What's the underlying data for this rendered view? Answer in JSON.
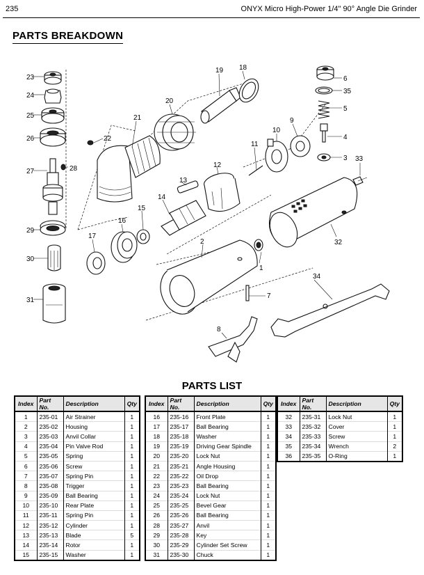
{
  "header": {
    "page_number": "235",
    "document_title": "ONYX Micro High-Power 1/4\" 90° Angle Die Grinder"
  },
  "breakdown": {
    "title": "PARTS BREAKDOWN",
    "callouts": [
      "1",
      "2",
      "3",
      "4",
      "5",
      "6",
      "7",
      "8",
      "9",
      "10",
      "11",
      "12",
      "13",
      "14",
      "15",
      "16",
      "17",
      "18",
      "19",
      "20",
      "21",
      "22",
      "23",
      "24",
      "25",
      "26",
      "27",
      "28",
      "29",
      "30",
      "31",
      "32",
      "33",
      "34",
      "35"
    ]
  },
  "parts_list": {
    "title": "PARTS LIST",
    "columns": {
      "index": "Index",
      "part_no": "Part No.",
      "description": "Description",
      "qty": "Qty"
    },
    "tables": [
      [
        {
          "index": "1",
          "part_no": "235-01",
          "description": "Air Strainer",
          "qty": "1"
        },
        {
          "index": "2",
          "part_no": "235-02",
          "description": "Housing",
          "qty": "1"
        },
        {
          "index": "3",
          "part_no": "235-03",
          "description": "Anvil Collar",
          "qty": "1"
        },
        {
          "index": "4",
          "part_no": "235-04",
          "description": "Pin Valve Rod",
          "qty": "1"
        },
        {
          "index": "5",
          "part_no": "235-05",
          "description": "Spring",
          "qty": "1"
        },
        {
          "index": "6",
          "part_no": "235-06",
          "description": "Screw",
          "qty": "1"
        },
        {
          "index": "7",
          "part_no": "235-07",
          "description": "Spring Pin",
          "qty": "1"
        },
        {
          "index": "8",
          "part_no": "235-08",
          "description": "Trigger",
          "qty": "1"
        },
        {
          "index": "9",
          "part_no": "235-09",
          "description": "Ball Bearing",
          "qty": "1"
        },
        {
          "index": "10",
          "part_no": "235-10",
          "description": "Rear Plate",
          "qty": "1"
        },
        {
          "index": "11",
          "part_no": "235-11",
          "description": "Spring Pin",
          "qty": "1"
        },
        {
          "index": "12",
          "part_no": "235-12",
          "description": "Cylinder",
          "qty": "1"
        },
        {
          "index": "13",
          "part_no": "235-13",
          "description": "Blade",
          "qty": "5"
        },
        {
          "index": "14",
          "part_no": "235-14",
          "description": "Rotor",
          "qty": "1"
        },
        {
          "index": "15",
          "part_no": "235-15",
          "description": "Washer",
          "qty": "1"
        }
      ],
      [
        {
          "index": "16",
          "part_no": "235-16",
          "description": "Front Plate",
          "qty": "1"
        },
        {
          "index": "17",
          "part_no": "235-17",
          "description": "Ball Bearing",
          "qty": "1"
        },
        {
          "index": "18",
          "part_no": "235-18",
          "description": "Washer",
          "qty": "1"
        },
        {
          "index": "19",
          "part_no": "235-19",
          "description": "Driving Gear Spindle",
          "qty": "1"
        },
        {
          "index": "20",
          "part_no": "235-20",
          "description": "Lock Nut",
          "qty": "1"
        },
        {
          "index": "21",
          "part_no": "235-21",
          "description": "Angle Housing",
          "qty": "1"
        },
        {
          "index": "22",
          "part_no": "235-22",
          "description": "Oil Drop",
          "qty": "1"
        },
        {
          "index": "23",
          "part_no": "235-23",
          "description": "Ball Bearing",
          "qty": "1"
        },
        {
          "index": "24",
          "part_no": "235-24",
          "description": "Lock Nut",
          "qty": "1"
        },
        {
          "index": "25",
          "part_no": "235-25",
          "description": "Bevel Gear",
          "qty": "1"
        },
        {
          "index": "26",
          "part_no": "235-26",
          "description": "Ball Bearing",
          "qty": "1"
        },
        {
          "index": "28",
          "part_no": "235-27",
          "description": "Anvil",
          "qty": "1"
        },
        {
          "index": "29",
          "part_no": "235-28",
          "description": "Key",
          "qty": "1"
        },
        {
          "index": "30",
          "part_no": "235-29",
          "description": "Cylinder Set Screw",
          "qty": "1"
        },
        {
          "index": "31",
          "part_no": "235-30",
          "description": "Chuck",
          "qty": "1"
        }
      ],
      [
        {
          "index": "32",
          "part_no": "235-31",
          "description": "Lock Nut",
          "qty": "1"
        },
        {
          "index": "33",
          "part_no": "235-32",
          "description": "Cover",
          "qty": "1"
        },
        {
          "index": "34",
          "part_no": "235-33",
          "description": "Screw",
          "qty": "1"
        },
        {
          "index": "35",
          "part_no": "235-34",
          "description": "Wrench",
          "qty": "2"
        },
        {
          "index": "36",
          "part_no": "235-35",
          "description": "O-Ring",
          "qty": "1"
        }
      ]
    ]
  }
}
